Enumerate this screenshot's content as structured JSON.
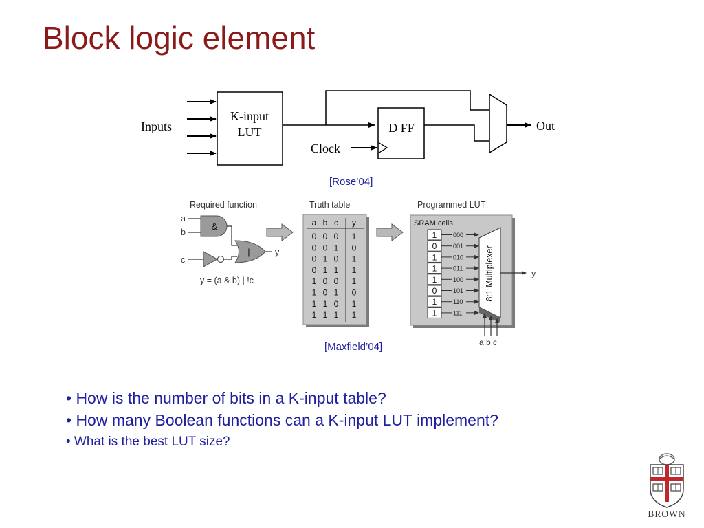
{
  "slide": {
    "title": "Block logic element"
  },
  "diagram_top": {
    "inputs_label": "Inputs",
    "lut_label_line1": "K-input",
    "lut_label_line2": "LUT",
    "dff_label": "D FF",
    "clock_label": "Clock",
    "out_label": "Out",
    "citation": "[Rose’04]"
  },
  "diagram_bottom": {
    "required_function_title": "Required function",
    "truth_table_title": "Truth table",
    "programmed_lut_title": "Programmed LUT",
    "gate_inputs": [
      "a",
      "b",
      "c"
    ],
    "and_gate_symbol": "&",
    "or_gate_symbol": "|",
    "gate_output": "y",
    "expression": "y = (a & b) | !c",
    "truth_table": {
      "headers": [
        "a",
        "b",
        "c",
        "y"
      ],
      "rows": [
        [
          "0",
          "0",
          "0",
          "1"
        ],
        [
          "0",
          "0",
          "1",
          "0"
        ],
        [
          "0",
          "1",
          "0",
          "1"
        ],
        [
          "0",
          "1",
          "1",
          "1"
        ],
        [
          "1",
          "0",
          "0",
          "1"
        ],
        [
          "1",
          "0",
          "1",
          "0"
        ],
        [
          "1",
          "1",
          "0",
          "1"
        ],
        [
          "1",
          "1",
          "1",
          "1"
        ]
      ]
    },
    "sram_title": "SRAM cells",
    "sram_values": [
      "1",
      "0",
      "1",
      "1",
      "1",
      "0",
      "1",
      "1"
    ],
    "mux_addresses": [
      "000",
      "001",
      "010",
      "011",
      "100",
      "101",
      "110",
      "111"
    ],
    "mux_label": "8:1 Multiplexer",
    "mux_output": "y",
    "mux_selects": "a b c",
    "citation": "[Maxfield’04]"
  },
  "bullets": [
    "• How is the number of bits in a K-input table?",
    "• How many Boolean functions can a K-input LUT implement?",
    "• What is the best LUT size?"
  ],
  "logo": {
    "name": "BROWN"
  },
  "colors": {
    "title": "#8b1a1a",
    "bullet_text": "#1f1fa0",
    "panel_gray": "#c8c8c8"
  }
}
